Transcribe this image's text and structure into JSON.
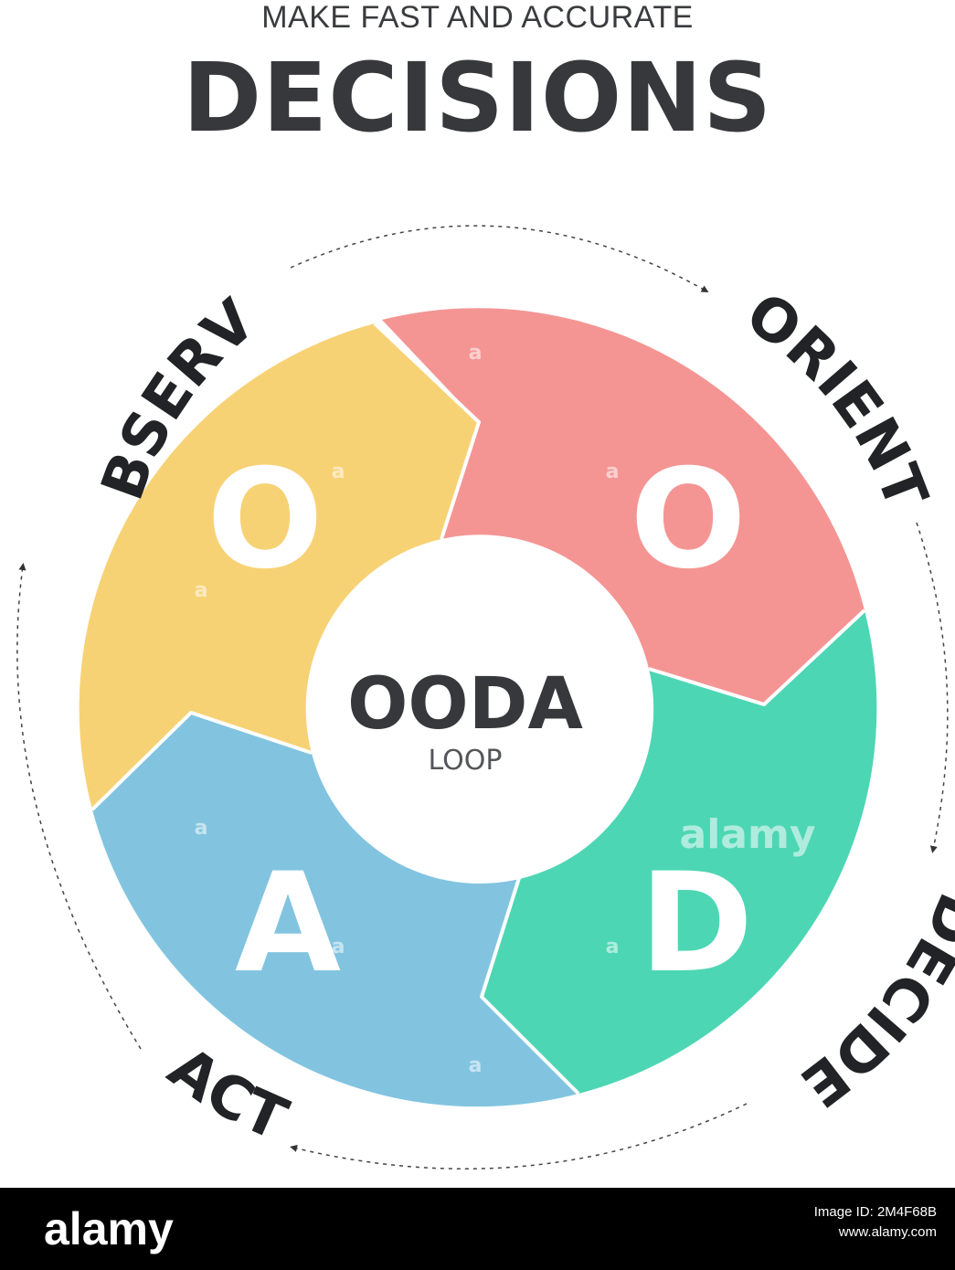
{
  "header": {
    "subtitle": "MAKE FAST AND ACCURATE",
    "title": "DECISIONS"
  },
  "center": {
    "title": "OODA",
    "subtitle": "LOOP"
  },
  "segments": [
    {
      "key": "observe",
      "letter": "O",
      "label": "OBSERVE",
      "color": "#f7d275"
    },
    {
      "key": "orient",
      "letter": "O",
      "label": "ORIENT",
      "color": "#f49594"
    },
    {
      "key": "decide",
      "letter": "D",
      "label": "DECIDE",
      "color": "#4dd6b4"
    },
    {
      "key": "act",
      "letter": "A",
      "label": "ACT",
      "color": "#82c4e0"
    }
  ],
  "watermark": {
    "text": "alamy",
    "mark": "a"
  },
  "footer": {
    "logo": "alamy",
    "image_id": "Image ID: 2M4F68B",
    "site": "www.alamy.com"
  },
  "colors": {
    "text_dark": "#37383b",
    "center_fill": "#ffffff",
    "footer_bg": "#000000"
  }
}
